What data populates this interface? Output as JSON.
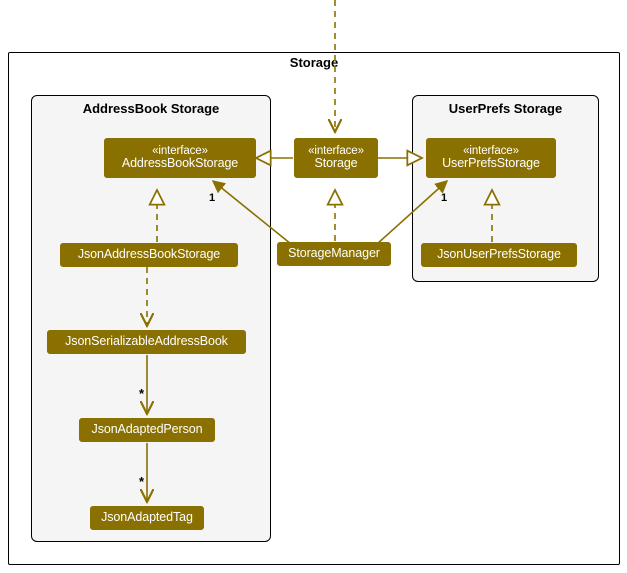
{
  "diagram": {
    "title": "Storage",
    "accent_color": "#8a7000",
    "package_fill": "#f5f5f5",
    "border_color": "#000000",
    "text_color": "#ffffff"
  },
  "packages": [
    {
      "id": "storage",
      "label": "Storage"
    },
    {
      "id": "addressbook",
      "label": "AddressBook Storage"
    },
    {
      "id": "userprefs",
      "label": "UserPrefs Storage"
    }
  ],
  "nodes": [
    {
      "id": "addressBookStorage",
      "stereotype": "« interface »",
      "stereotype_text": "«interface»",
      "name": "AddressBookStorage"
    },
    {
      "id": "storage",
      "stereotype_text": "«interface»",
      "name": "Storage"
    },
    {
      "id": "userPrefsStorage",
      "stereotype_text": "«interface»",
      "name": "UserPrefsStorage"
    },
    {
      "id": "jsonAddressBookStorage",
      "stereotype_text": "",
      "name": "JsonAddressBookStorage"
    },
    {
      "id": "storageManager",
      "stereotype_text": "",
      "name": "StorageManager"
    },
    {
      "id": "jsonUserPrefsStorage",
      "stereotype_text": "",
      "name": "JsonUserPrefsStorage"
    },
    {
      "id": "jsonSerializableAddressBook",
      "stereotype_text": "",
      "name": "JsonSerializableAddressBook"
    },
    {
      "id": "jsonAdaptedPerson",
      "stereotype_text": "",
      "name": "JsonAdaptedPerson"
    },
    {
      "id": "jsonAdaptedTag",
      "stereotype_text": "",
      "name": "JsonAdaptedTag"
    }
  ],
  "multiplicities": [
    {
      "id": "mult-abs",
      "label": "1"
    },
    {
      "id": "mult-ups",
      "label": "1"
    },
    {
      "id": "star-person",
      "label": "*"
    },
    {
      "id": "star-tag",
      "label": "*"
    }
  ]
}
